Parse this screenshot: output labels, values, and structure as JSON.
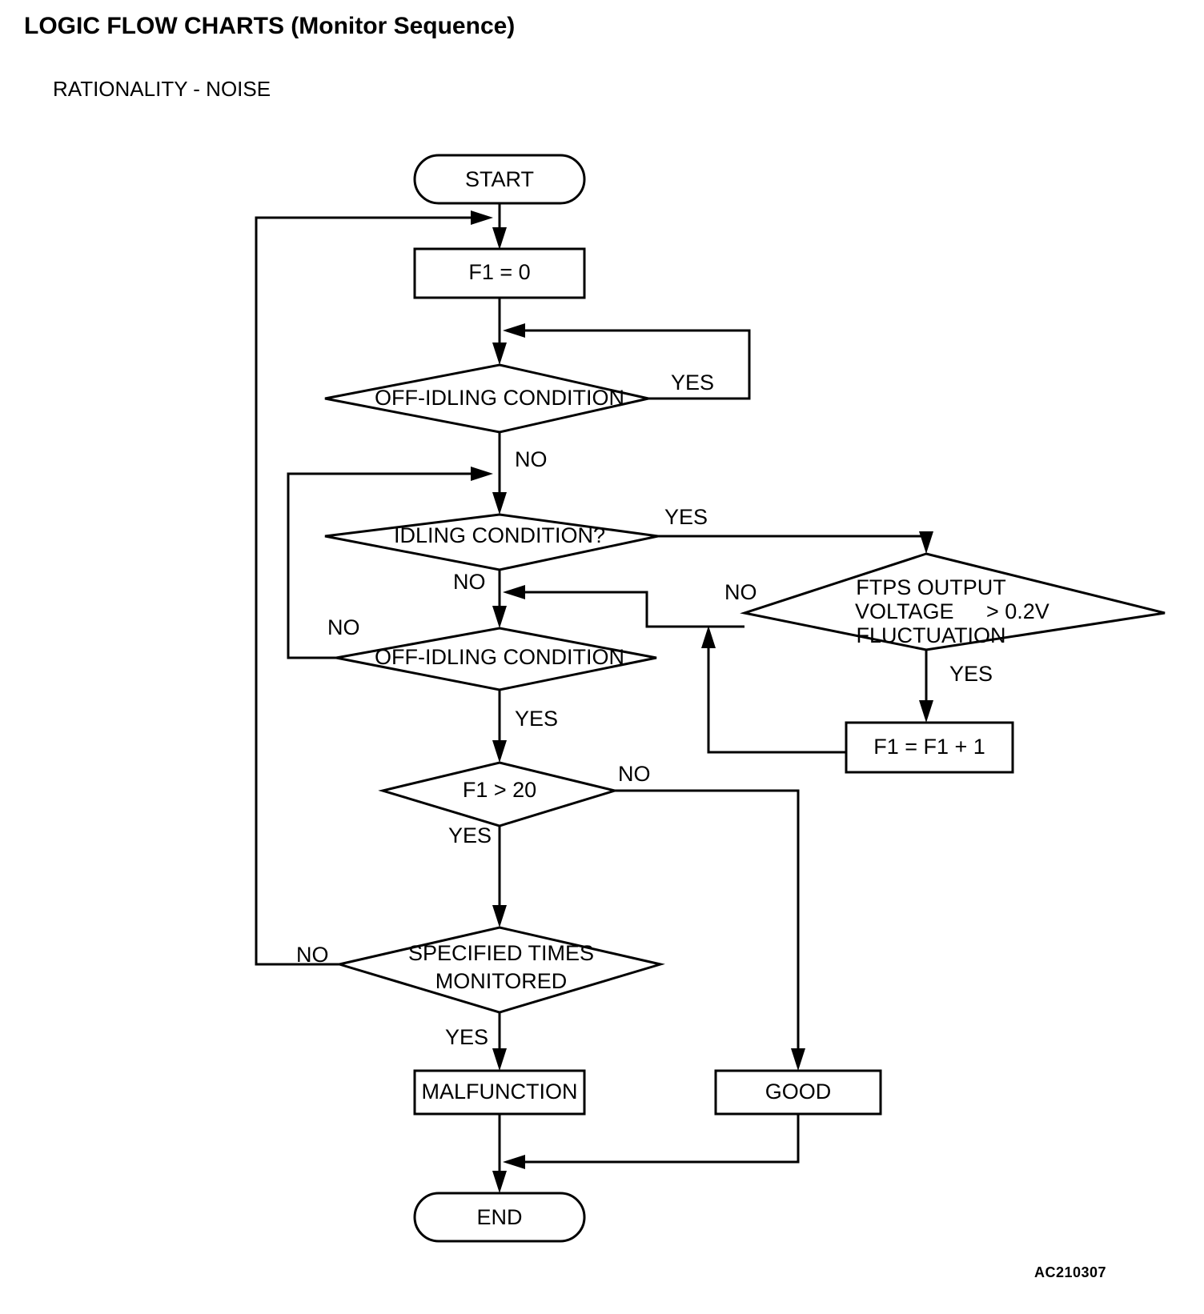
{
  "document": {
    "title": "LOGIC FLOW CHARTS (Monitor Sequence)",
    "subtitle": "RATIONALITY - NOISE",
    "watermark": "AC210307"
  },
  "chart_data": {
    "type": "diagram",
    "diagram_kind": "flowchart",
    "title": "LOGIC FLOW CHARTS (Monitor Sequence)",
    "subtitle": "RATIONALITY - NOISE",
    "orientation": "top-to-bottom",
    "nodes": [
      {
        "id": "start",
        "shape": "terminator",
        "label": "START"
      },
      {
        "id": "f1zero",
        "shape": "process",
        "label": "F1 = 0"
      },
      {
        "id": "offidle1",
        "shape": "decision",
        "label": "OFF-IDLING CONDITION"
      },
      {
        "id": "idling",
        "shape": "decision",
        "label": "IDLING CONDITION?"
      },
      {
        "id": "ftps",
        "shape": "decision",
        "label_lines": [
          "FTPS OUTPUT",
          "VOLTAGE",
          "FLUCTUATION"
        ],
        "label_right": "> 0.2V"
      },
      {
        "id": "offidle2",
        "shape": "decision",
        "label": "OFF-IDLING CONDITION"
      },
      {
        "id": "f1inc",
        "shape": "process",
        "label": "F1 = F1 + 1"
      },
      {
        "id": "f1gt20",
        "shape": "decision",
        "label": "F1 > 20"
      },
      {
        "id": "spectimes",
        "shape": "decision",
        "label_lines": [
          "SPECIFIED TIMES",
          "MONITORED"
        ]
      },
      {
        "id": "malfunc",
        "shape": "process",
        "label": "MALFUNCTION"
      },
      {
        "id": "good",
        "shape": "process",
        "label": "GOOD"
      },
      {
        "id": "end",
        "shape": "terminator",
        "label": "END"
      }
    ],
    "edges": [
      {
        "from": "start",
        "to": "f1zero",
        "label": ""
      },
      {
        "from": "f1zero",
        "to": "offidle1",
        "label": ""
      },
      {
        "from": "offidle1",
        "to": "offidle1",
        "label": "YES"
      },
      {
        "from": "offidle1",
        "to": "idling",
        "label": "NO"
      },
      {
        "from": "idling",
        "to": "ftps",
        "label": "YES"
      },
      {
        "from": "idling",
        "to": "offidle2",
        "label": "NO"
      },
      {
        "from": "ftps",
        "to": "offidle2",
        "label": "NO"
      },
      {
        "from": "ftps",
        "to": "f1inc",
        "label": "YES"
      },
      {
        "from": "f1inc",
        "to": "ftps",
        "label": ""
      },
      {
        "from": "offidle2",
        "to": "idling",
        "label": "NO"
      },
      {
        "from": "offidle2",
        "to": "f1gt20",
        "label": "YES"
      },
      {
        "from": "f1gt20",
        "to": "good",
        "label": "NO"
      },
      {
        "from": "f1gt20",
        "to": "spectimes",
        "label": "YES"
      },
      {
        "from": "spectimes",
        "to": "f1zero",
        "label": "NO"
      },
      {
        "from": "spectimes",
        "to": "malfunc",
        "label": "YES"
      },
      {
        "from": "malfunc",
        "to": "end",
        "label": ""
      },
      {
        "from": "good",
        "to": "end",
        "label": ""
      }
    ],
    "edge_labels": {
      "offidle1_yes": "YES",
      "offidle1_no": "NO",
      "idling_yes": "YES",
      "idling_no": "NO",
      "ftps_no": "NO",
      "ftps_yes": "YES",
      "offidle2_no": "NO",
      "offidle2_yes": "YES",
      "f1gt20_no": "NO",
      "f1gt20_yes": "YES",
      "spectimes_no": "NO",
      "spectimes_yes": "YES"
    },
    "colors": {
      "background": "#ffffff",
      "stroke": "#000000",
      "fill": "#ffffff",
      "text": "#000000"
    }
  }
}
